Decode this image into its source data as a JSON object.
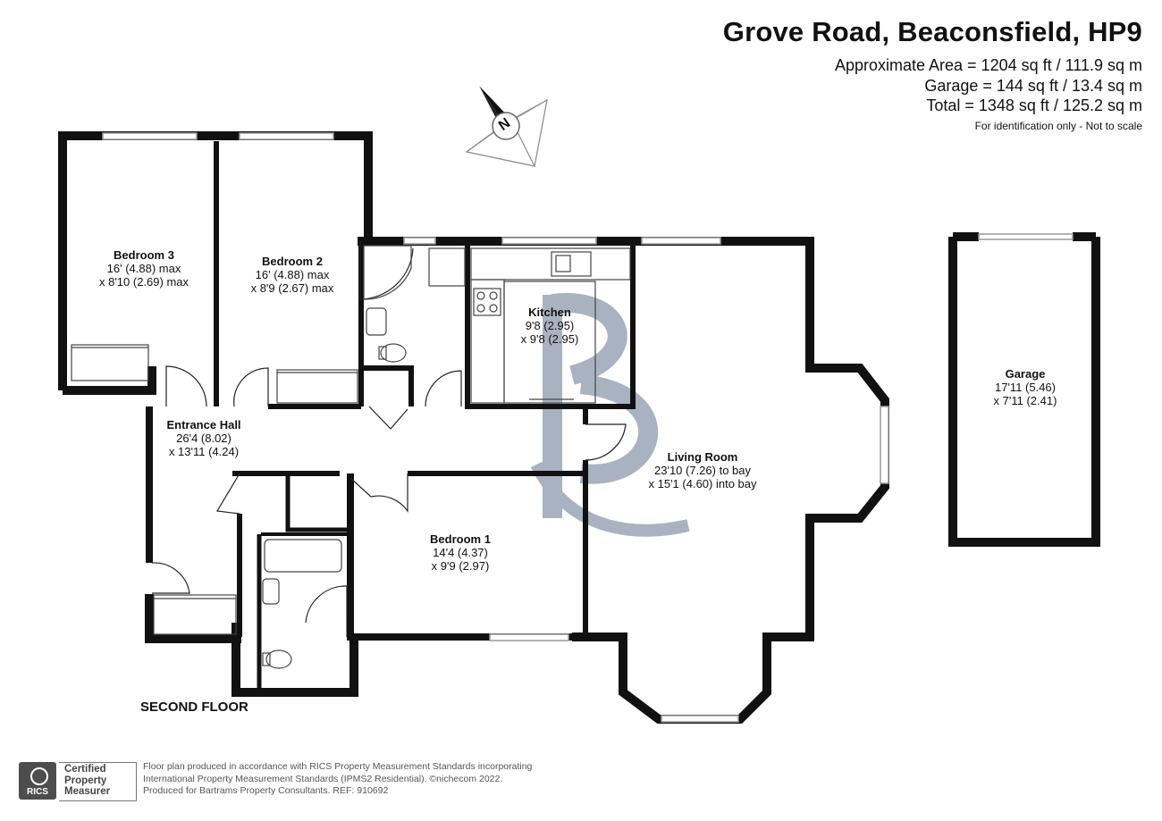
{
  "header": {
    "title": "Grove Road, Beaconsfield, HP9",
    "area_line": "Approximate Area = 1204 sq ft / 111.9 sq m",
    "garage_line": "Garage = 144 sq ft / 13.4 sq m",
    "total_line": "Total = 1348 sq ft / 125.2 sq m",
    "disclaimer": "For identification only - Not to scale"
  },
  "compass": {
    "letter": "N",
    "icon": "compass-rose-icon"
  },
  "rooms": {
    "bedroom3": {
      "name": "Bedroom 3",
      "dim1": "16' (4.88) max",
      "dim2": "x 8'10 (2.69) max"
    },
    "bedroom2": {
      "name": "Bedroom 2",
      "dim1": "16' (4.88) max",
      "dim2": "x 8'9 (2.67) max"
    },
    "kitchen": {
      "name": "Kitchen",
      "dim1": "9'8 (2.95)",
      "dim2": "x 9'8 (2.95)"
    },
    "entrance_hall": {
      "name": "Entrance Hall",
      "dim1": "26'4 (8.02)",
      "dim2": "x 13'11 (4.24)"
    },
    "living_room": {
      "name": "Living Room",
      "dim1": "23'10 (7.26) to bay",
      "dim2": "x 15'1 (4.60) into bay"
    },
    "bedroom1": {
      "name": "Bedroom 1",
      "dim1": "14'4 (4.37)",
      "dim2": "x 9'9 (2.97)"
    },
    "garage": {
      "name": "Garage",
      "dim1": "17'11 (5.46)",
      "dim2": "x 7'11 (2.41)"
    }
  },
  "floor_label": "SECOND FLOOR",
  "rics": {
    "logo_text": "RICS",
    "line1": "Certified",
    "line2": "Property",
    "line3": "Measurer"
  },
  "footer": {
    "line1": "Floor plan produced in accordance with RICS Property Measurement Standards incorporating",
    "line2": "International Property Measurement Standards (IPMS2 Residential).  ©nichecom 2022.",
    "line3": "Produced for Bartrams Property Consultants.   REF: 910692"
  },
  "colors": {
    "wall": "#111111",
    "watermark": "#9aa5b6",
    "window": "#999999"
  }
}
